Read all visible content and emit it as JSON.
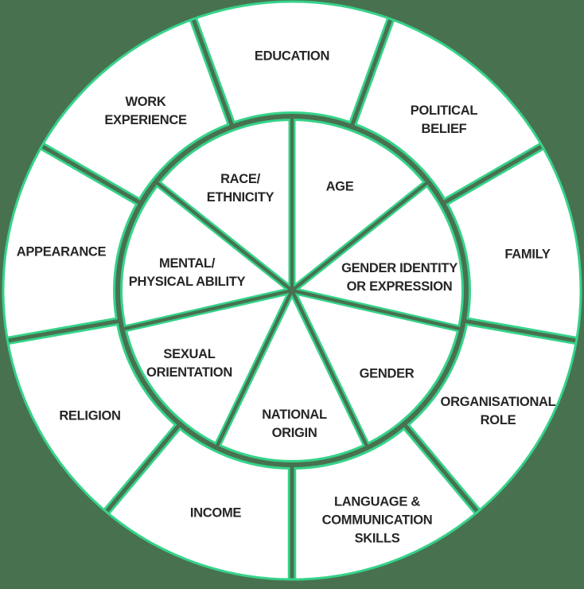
{
  "diagram": {
    "name": "diversity-wheel",
    "rings": 2
  },
  "colors": {
    "background": "#487150",
    "line": "#36d38a",
    "segment_fill": "#ffffff",
    "text": "#262626"
  },
  "wheel": {
    "inner_segments": [
      {
        "label": "AGE"
      },
      {
        "label": "GENDER IDENTITY\nOR EXPRESSION"
      },
      {
        "label": "GENDER"
      },
      {
        "label": "NATIONAL\nORIGIN"
      },
      {
        "label": "SEXUAL\nORIENTATION"
      },
      {
        "label": "MENTAL/\nPHYSICAL ABILITY"
      },
      {
        "label": "RACE/\nETHNICITY"
      }
    ],
    "outer_segments": [
      {
        "label": "EDUCATION"
      },
      {
        "label": "POLITICAL\nBELIEF"
      },
      {
        "label": "FAMILY"
      },
      {
        "label": "ORGANISATIONAL\nROLE"
      },
      {
        "label": "LANGUAGE &\nCOMMUNICATION\nSKILLS"
      },
      {
        "label": "INCOME"
      },
      {
        "label": "RELIGION"
      },
      {
        "label": "APPEARANCE"
      },
      {
        "label": "WORK\nEXPERIENCE"
      }
    ]
  }
}
